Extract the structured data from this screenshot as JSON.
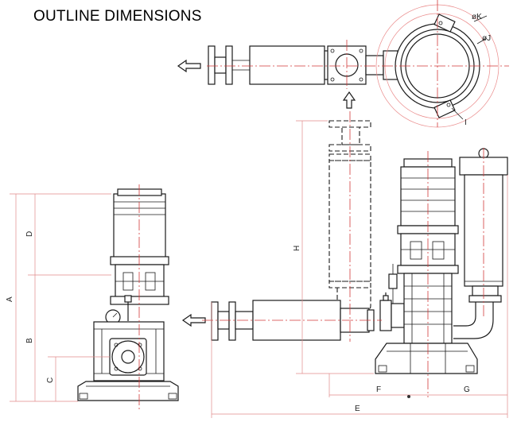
{
  "title": "OUTLINE DIMENSIONS",
  "labels": {
    "A": "A",
    "B": "B",
    "C": "C",
    "D": "D",
    "E": "E",
    "F": "F",
    "G": "G",
    "H": "H",
    "I": "I",
    "J": "øJ",
    "K": "øK"
  },
  "colors": {
    "line": "#1a1a1a",
    "centerline": "#d23a3a",
    "dimension": "#e08a8a"
  }
}
